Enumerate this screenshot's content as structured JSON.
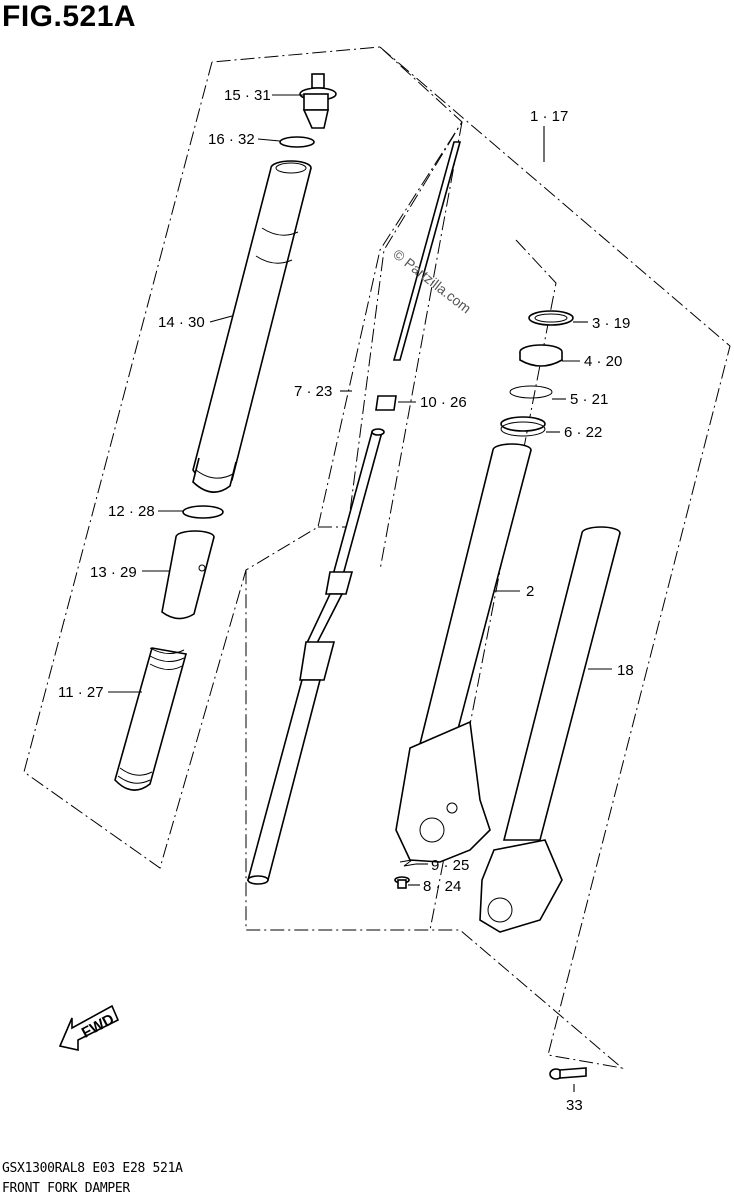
{
  "figure": {
    "title": "FIG.521A",
    "footer_code": "GSX1300RAL8  E03  E28  521A",
    "footer_name": "FRONT FORK DAMPER"
  },
  "watermark": "© Partzilla.com",
  "fwd_label": "FWD",
  "callouts": [
    {
      "id": "c-15-31",
      "text": "15 · 31"
    },
    {
      "id": "c-16-32",
      "text": "16 · 32"
    },
    {
      "id": "c-14-30",
      "text": "14 · 30"
    },
    {
      "id": "c-12-28",
      "text": "12 · 28"
    },
    {
      "id": "c-13-29",
      "text": "13 · 29"
    },
    {
      "id": "c-11-27",
      "text": "11 · 27"
    },
    {
      "id": "c-7-23",
      "text": "7 · 23"
    },
    {
      "id": "c-10-26",
      "text": "10 · 26"
    },
    {
      "id": "c-1-17",
      "text": "1 · 17"
    },
    {
      "id": "c-3-19",
      "text": "3 · 19"
    },
    {
      "id": "c-4-20",
      "text": "4 · 20"
    },
    {
      "id": "c-5-21",
      "text": "5 · 21"
    },
    {
      "id": "c-6-22",
      "text": "6 · 22"
    },
    {
      "id": "c-2",
      "text": "2"
    },
    {
      "id": "c-18",
      "text": "18"
    },
    {
      "id": "c-9-25",
      "text": "9 · 25"
    },
    {
      "id": "c-8-24",
      "text": "8 · 24"
    },
    {
      "id": "c-33",
      "text": "33"
    }
  ]
}
